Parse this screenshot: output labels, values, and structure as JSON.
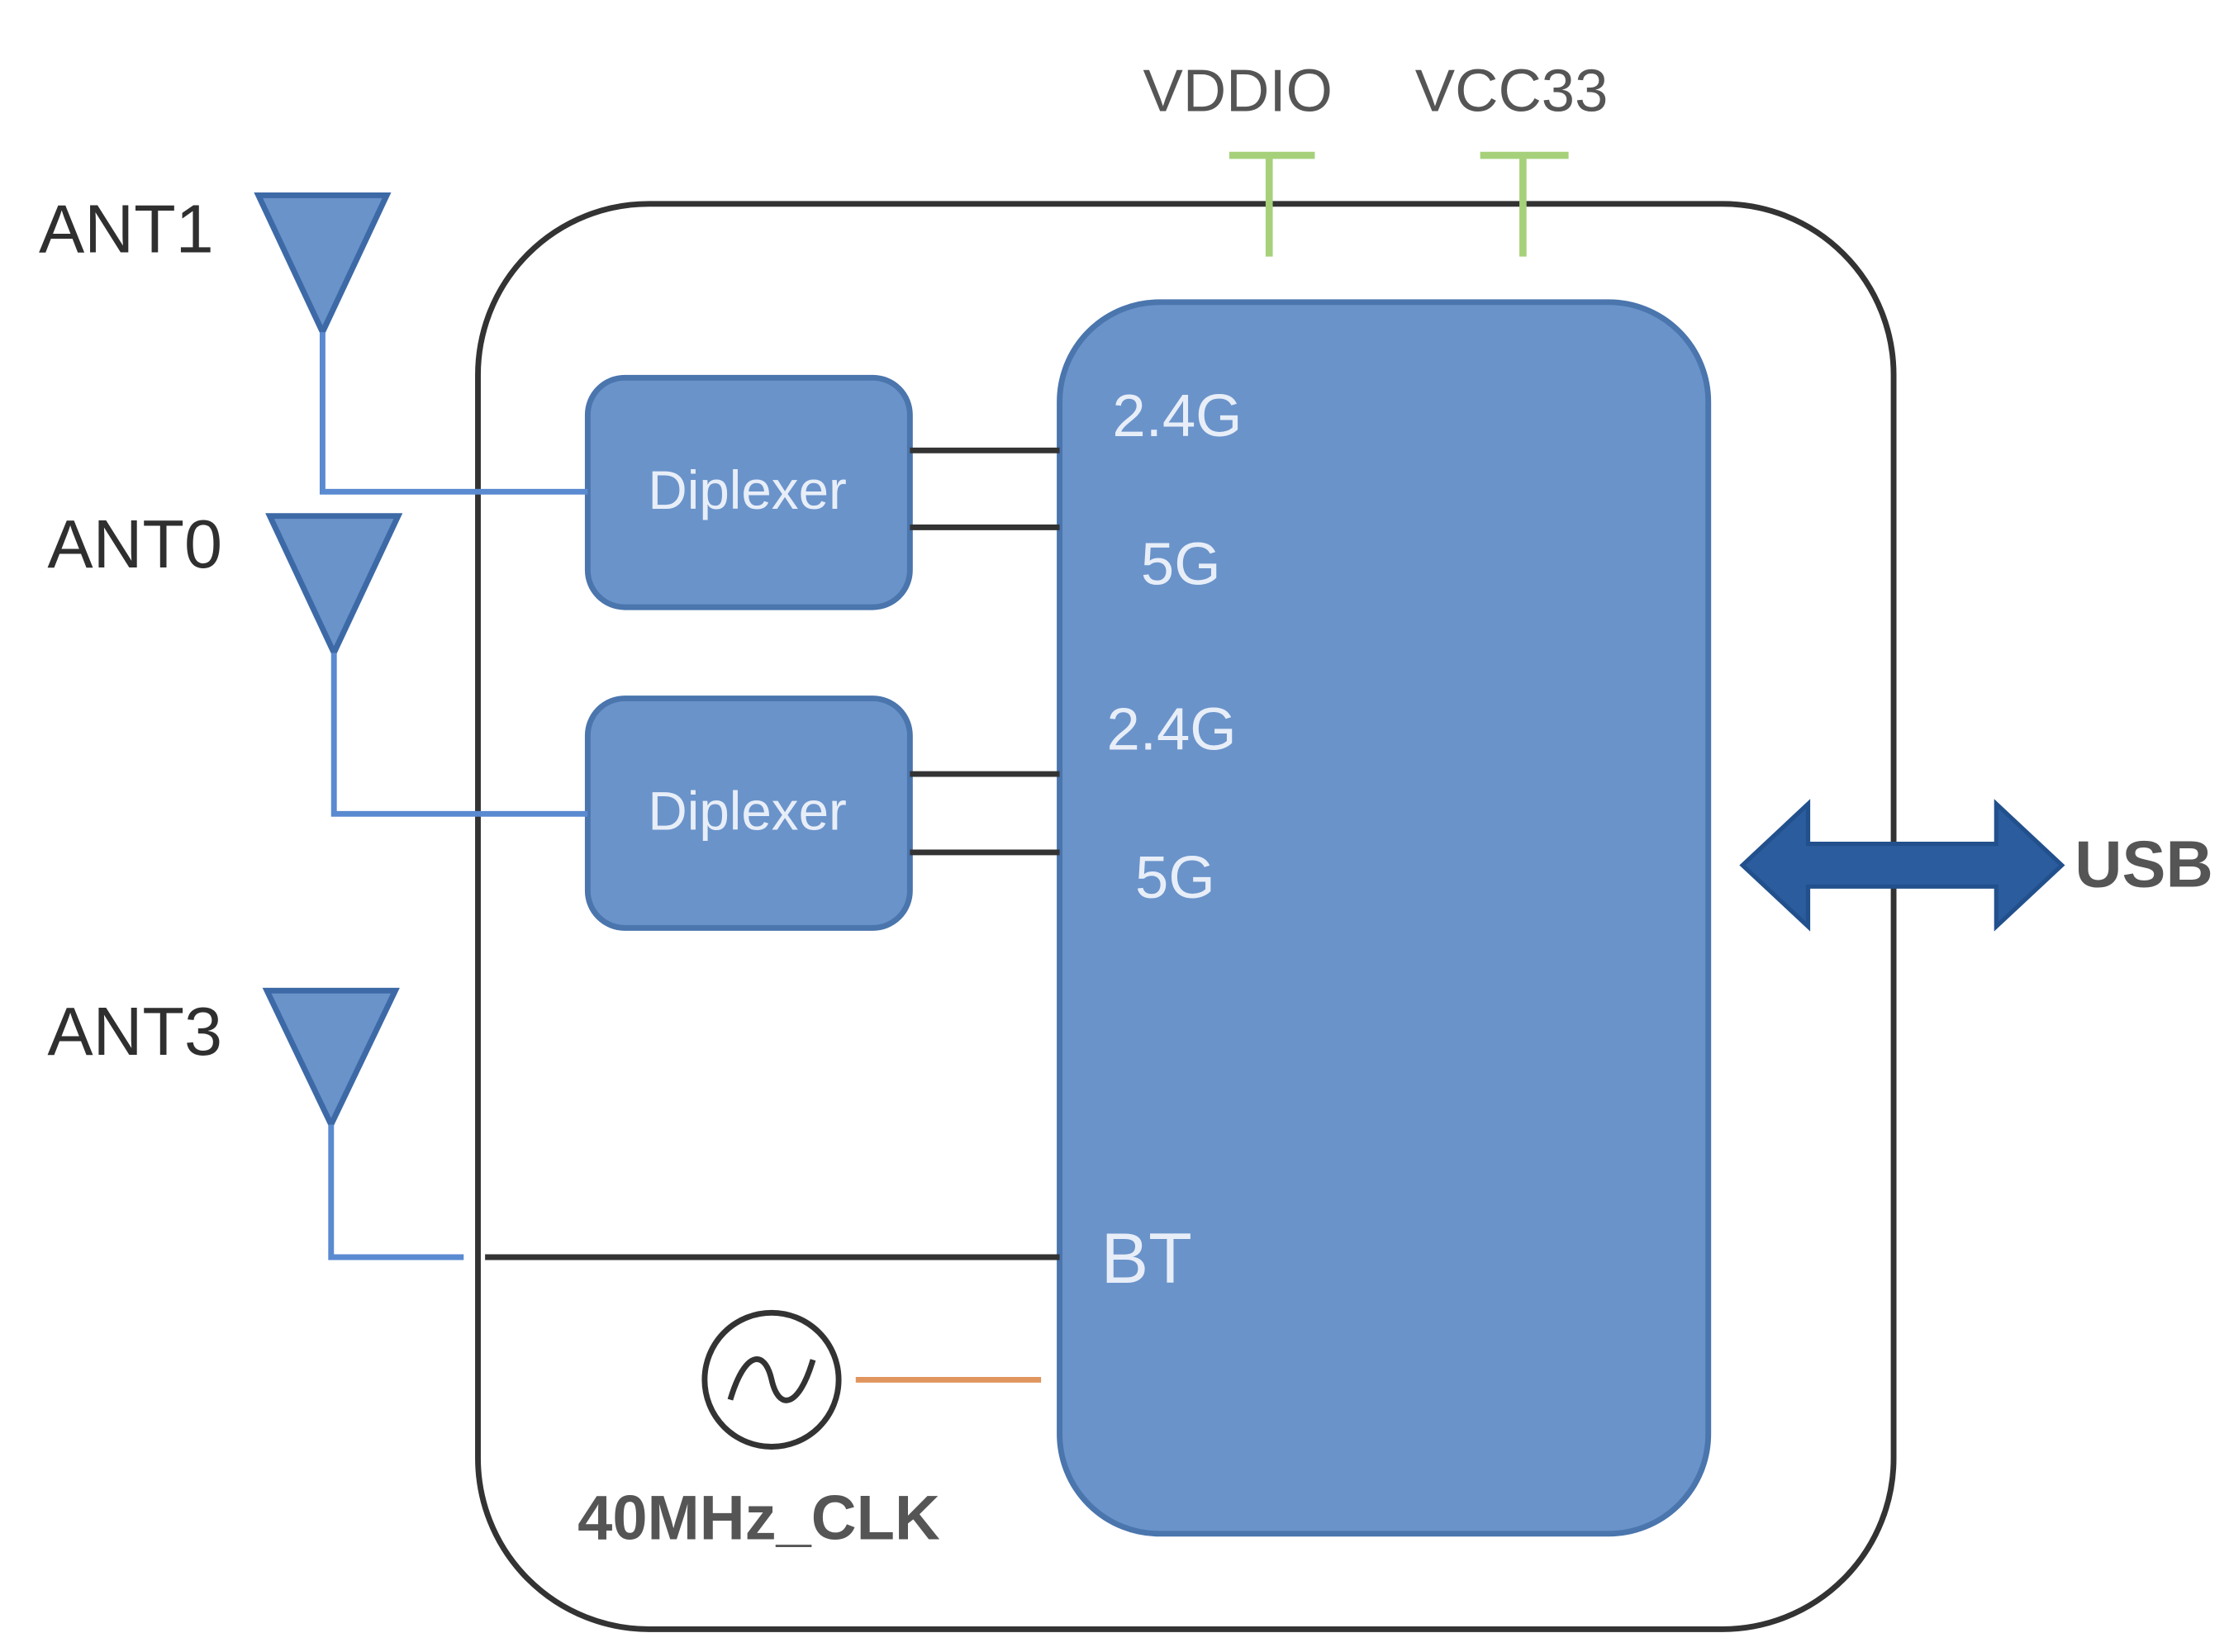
{
  "antennas": [
    {
      "id": "ant1",
      "label": "ANT1"
    },
    {
      "id": "ant0",
      "label": "ANT0"
    },
    {
      "id": "ant3",
      "label": "ANT3"
    }
  ],
  "power_rails": [
    {
      "id": "vddio",
      "label": "VDDIO"
    },
    {
      "id": "vcc33",
      "label": "VCC33"
    }
  ],
  "diplexers": [
    {
      "id": "diplexer-1",
      "label": "Diplexer"
    },
    {
      "id": "diplexer-2",
      "label": "Diplexer"
    }
  ],
  "chip_ports": [
    {
      "id": "port-24g-1",
      "label": "2.4G"
    },
    {
      "id": "port-5g-1",
      "label": "5G"
    },
    {
      "id": "port-24g-2",
      "label": "2.4G"
    },
    {
      "id": "port-5g-2",
      "label": "5G"
    },
    {
      "id": "port-bt",
      "label": "BT"
    }
  ],
  "clock": {
    "label": "40MHz_CLK",
    "icon": "sine-wave-oscillator-icon"
  },
  "interface": {
    "label": "USB",
    "icon": "double-headed-arrow-icon"
  },
  "colors": {
    "chip_fill": "#6a93ca",
    "chip_stroke": "#4a75ad",
    "antenna_fill": "#6a93ca",
    "antenna_stroke": "#3d6aa6",
    "antenna_wire": "#5a8ad0",
    "power_line": "#a6d17a",
    "clock_line": "#e0955e",
    "usb_arrow": "#2a5c9e",
    "module_border": "#333333",
    "signal_line": "#333333"
  }
}
